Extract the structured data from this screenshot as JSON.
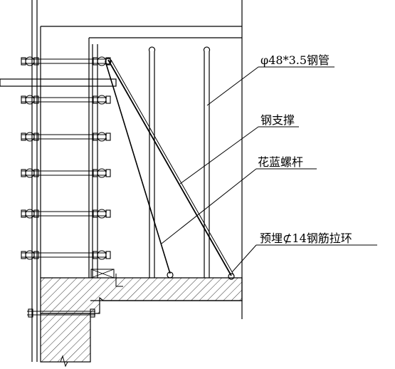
{
  "labels": {
    "steel_pipe": "φ48*3.5钢管",
    "steel_brace": "钢支撑",
    "turnbuckle": "花蓝螺杆",
    "embedded_ring": "预埋⊄14钢筋拉环"
  },
  "colors": {
    "line": "#000000",
    "background": "#ffffff"
  }
}
